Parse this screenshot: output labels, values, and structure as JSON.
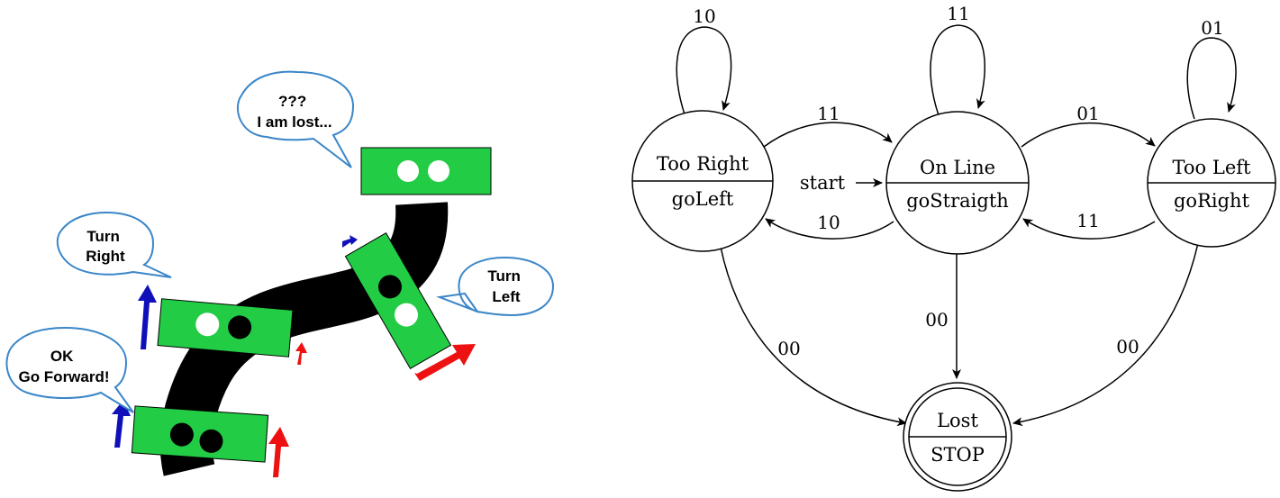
{
  "robot_scene": {
    "bubbles": [
      {
        "id": "lost",
        "lines": [
          "???",
          "I am lost..."
        ]
      },
      {
        "id": "turn-right",
        "lines": [
          "Turn",
          "Right"
        ]
      },
      {
        "id": "turn-left",
        "lines": [
          "Turn",
          "Left"
        ]
      },
      {
        "id": "forward",
        "lines": [
          "OK",
          "Go Forward!"
        ]
      }
    ],
    "colors": {
      "robot_body": "#22cc44",
      "track": "#000000",
      "left_motor_arrow": "#1010bb",
      "right_motor_arrow": "#ee1111",
      "bubble_border": "#3a86c8"
    }
  },
  "state_machine": {
    "states": [
      {
        "id": "too-right",
        "name": "Too Right",
        "action": "goLeft"
      },
      {
        "id": "on-line",
        "name": "On Line",
        "action": "goStraigth"
      },
      {
        "id": "too-left",
        "name": "Too Left",
        "action": "goRight"
      },
      {
        "id": "lost",
        "name": "Lost",
        "action": "STOP",
        "accepting": true
      }
    ],
    "start_label": "start",
    "transitions": [
      {
        "from": "too-right",
        "to": "too-right",
        "label": "10"
      },
      {
        "from": "on-line",
        "to": "on-line",
        "label": "11"
      },
      {
        "from": "too-left",
        "to": "too-left",
        "label": "01"
      },
      {
        "from": "too-right",
        "to": "on-line",
        "label": "11"
      },
      {
        "from": "on-line",
        "to": "too-right",
        "label": "10"
      },
      {
        "from": "on-line",
        "to": "too-left",
        "label": "01"
      },
      {
        "from": "too-left",
        "to": "on-line",
        "label": "11"
      },
      {
        "from": "too-right",
        "to": "lost",
        "label": "00"
      },
      {
        "from": "on-line",
        "to": "lost",
        "label": "00"
      },
      {
        "from": "too-left",
        "to": "lost",
        "label": "00"
      }
    ]
  }
}
